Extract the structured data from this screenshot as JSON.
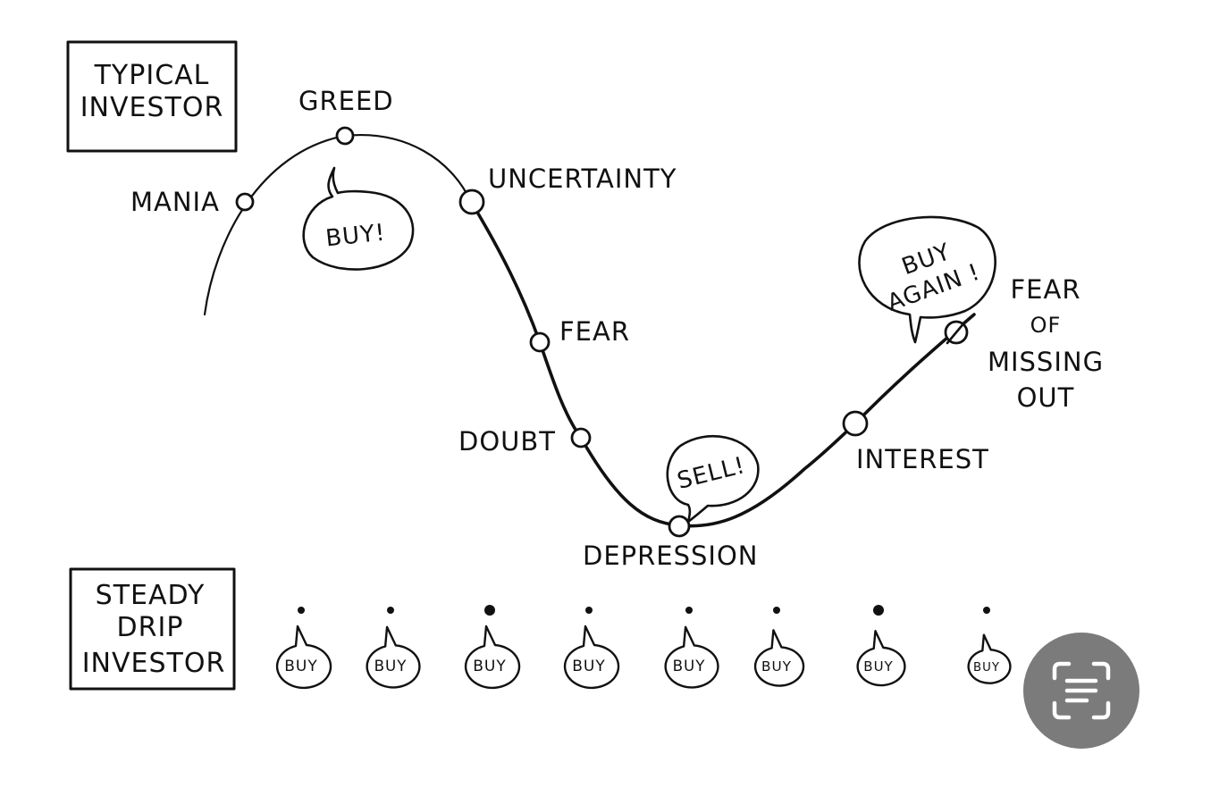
{
  "typical_investor": {
    "title_lines": [
      "TYPICAL",
      "INVESTOR"
    ],
    "stages": {
      "mania": "MANIA",
      "greed": "GREED",
      "uncertainty": "UNCERTAINTY",
      "fear": "FEAR",
      "doubt": "DOUBT",
      "depression": "DEPRESSION",
      "interest": "INTEREST",
      "fomo_lines": [
        "FEAR",
        "OF",
        "MISSING",
        "OUT"
      ]
    },
    "bubbles": {
      "buy": "BUY!",
      "sell": "SELL!",
      "buy_again_lines": [
        "BUY",
        "AGAIN !"
      ]
    }
  },
  "steady_drip_investor": {
    "title_lines": [
      "STEADY",
      "DRIP",
      "INVESTOR"
    ],
    "buy_label": "BUY",
    "buy_count": 8
  },
  "lens_button": {
    "icon": "scan-text-icon",
    "color": "#7b7b7b"
  }
}
